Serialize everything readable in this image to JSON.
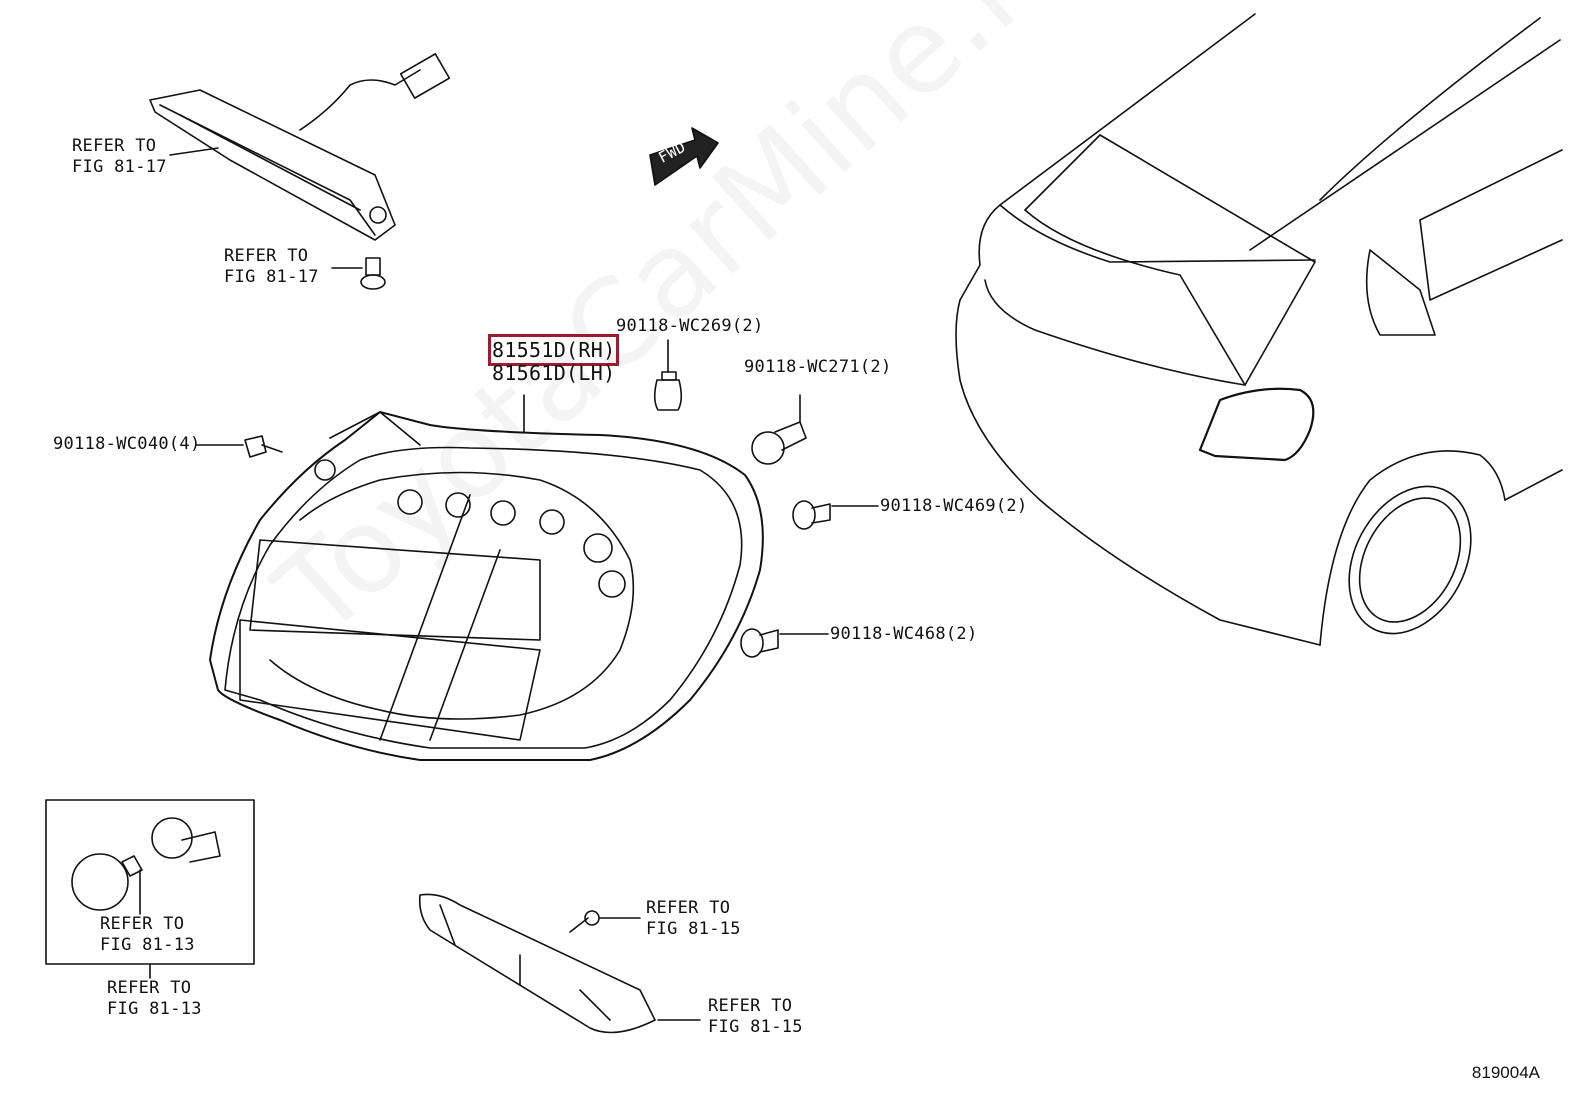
{
  "labels": {
    "refer_8117_a": "REFER TO\nFIG 81-17",
    "refer_8117_b": "REFER TO\nFIG 81-17",
    "part_rh": "81551D(RH)",
    "part_lh": "81561D(LH)",
    "wc269": "90118-WC269(2)",
    "wc271": "90118-WC271(2)",
    "wc040": "90118-WC040(4)",
    "wc469": "90118-WC469(2)",
    "wc468": "90118-WC468(2)",
    "refer_8113_inner": "REFER TO\nFIG 81-13",
    "refer_8113_outer": "REFER TO\nFIG 81-13",
    "refer_8115_a": "REFER TO\nFIG 81-15",
    "refer_8115_b": "REFER TO\nFIG 81-15",
    "fwd": "FWD",
    "fig_code": "819004A"
  },
  "watermark": "ToyotaCarMine.ru",
  "colors": {
    "highlight": "#9b1b2f",
    "line": "#111111"
  }
}
